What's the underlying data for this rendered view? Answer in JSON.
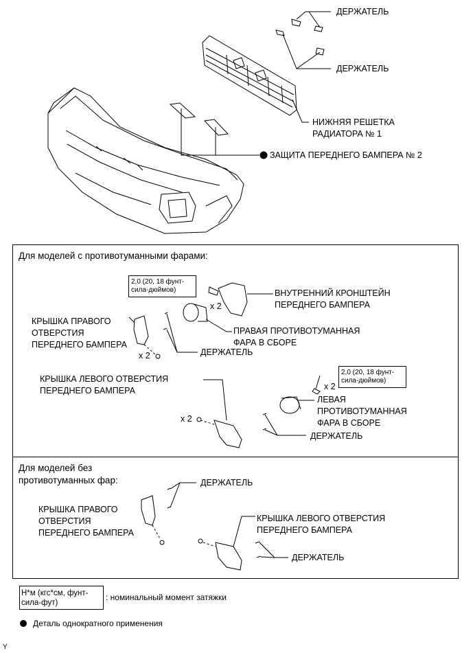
{
  "top": {
    "holder_1": "ДЕРЖАТЕЛЬ",
    "holder_2": "ДЕРЖАТЕЛЬ",
    "grille": "НИЖНЯЯ РЕШЕТКА\nРАДИАТОРА № 1",
    "protector": "ЗАЩИТА ПЕРЕДНЕГО БАМПЕРА № 2"
  },
  "with_fog": {
    "title": "Для моделей с противотуманными фарами:",
    "torque_1": "2,0 (20, 18 фунт-\nсила-дюймов)",
    "torque_2": "2,0 (20, 18 фунт-\nсила-дюймов)",
    "x2_a": "x 2",
    "x2_b": "x 2",
    "x2_c": "x 2",
    "x2_d": "x 2",
    "inner_bracket": "ВНУТРЕННИЙ КРОНШТЕЙН\nПЕРЕДНЕГО БАМПЕРА",
    "rh_cover": "КРЫШКА ПРАВОГО\nОТВЕРСТИЯ\nПЕРЕДНЕГО БАМПЕРА",
    "rh_fog": "ПРАВАЯ ПРОТИВОТУМАННАЯ\nФАРА В СБОРЕ",
    "holder_1": "ДЕРЖАТЕЛЬ",
    "lh_cover": "КРЫШКА ЛЕВОГО ОТВЕРСТИЯ\nПЕРЕДНЕГО БАМПЕРА",
    "lh_fog": "ЛЕВАЯ\nПРОТИВОТУМАННАЯ\nФАРА В СБОРЕ",
    "holder_2": "ДЕРЖАТЕЛЬ"
  },
  "without_fog": {
    "title": "Для моделей без\nпротивотуманных фар:",
    "holder_1": "ДЕРЖАТЕЛЬ",
    "rh_cover": "КРЫШКА ПРАВОГО\nОТВЕРСТИЯ\nПЕРЕДНЕГО БАМПЕРА",
    "lh_cover": "КРЫШКА ЛЕВОГО ОТВЕРСТИЯ\nПЕРЕДНЕГО БАМПЕРА",
    "holder_2": "ДЕРЖАТЕЛЬ"
  },
  "legend": {
    "torque_unit": "Н*м (кгс*см, фунт-\nсила-фут)",
    "torque_desc": ": номинальный момент затяжки",
    "non_reusable": "Деталь однократного применения"
  },
  "corner_mark": "Y"
}
